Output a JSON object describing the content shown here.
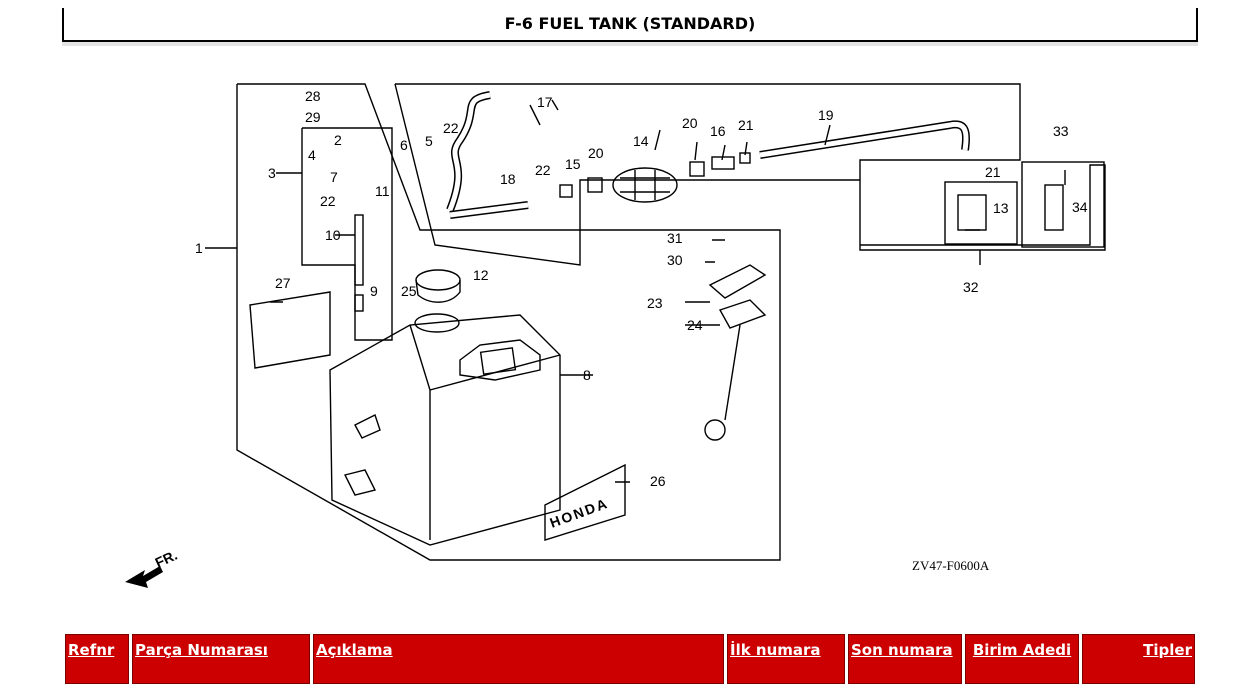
{
  "page": {
    "title": "F-6 FUEL TANK (STANDARD)"
  },
  "diagram": {
    "drawing_code": "ZV47-F0600A",
    "front_marker": "FR.",
    "brand_label": "HONDA",
    "callouts": {
      "c1": "1",
      "c2": "2",
      "c3": "3",
      "c4": "4",
      "c5": "5",
      "c6": "6",
      "c7": "7",
      "c8": "8",
      "c9": "9",
      "c10": "10",
      "c11": "11",
      "c12": "12",
      "c13": "13",
      "c14": "14",
      "c15": "15",
      "c16": "16",
      "c17": "17",
      "c18": "18",
      "c19": "19",
      "c20a": "20",
      "c20b": "20",
      "c21a": "21",
      "c21b": "21",
      "c22a": "22",
      "c22b": "22",
      "c22c": "22",
      "c23": "23",
      "c24": "24",
      "c25": "25",
      "c26": "26",
      "c27": "27",
      "c28": "28",
      "c29": "29",
      "c30": "30",
      "c31": "31",
      "c32": "32",
      "c33": "33",
      "c34": "34"
    }
  },
  "table": {
    "headers": {
      "refnr": "Refnr",
      "part_number": "Parça Numarası",
      "description": "Açıklama",
      "first_number": "İlk numara",
      "last_number": "Son numara",
      "unit_qty": "Birim Adedi",
      "types": "Tipler"
    }
  },
  "colors": {
    "header_bg": "#cc0000",
    "header_text": "#ffffff"
  }
}
